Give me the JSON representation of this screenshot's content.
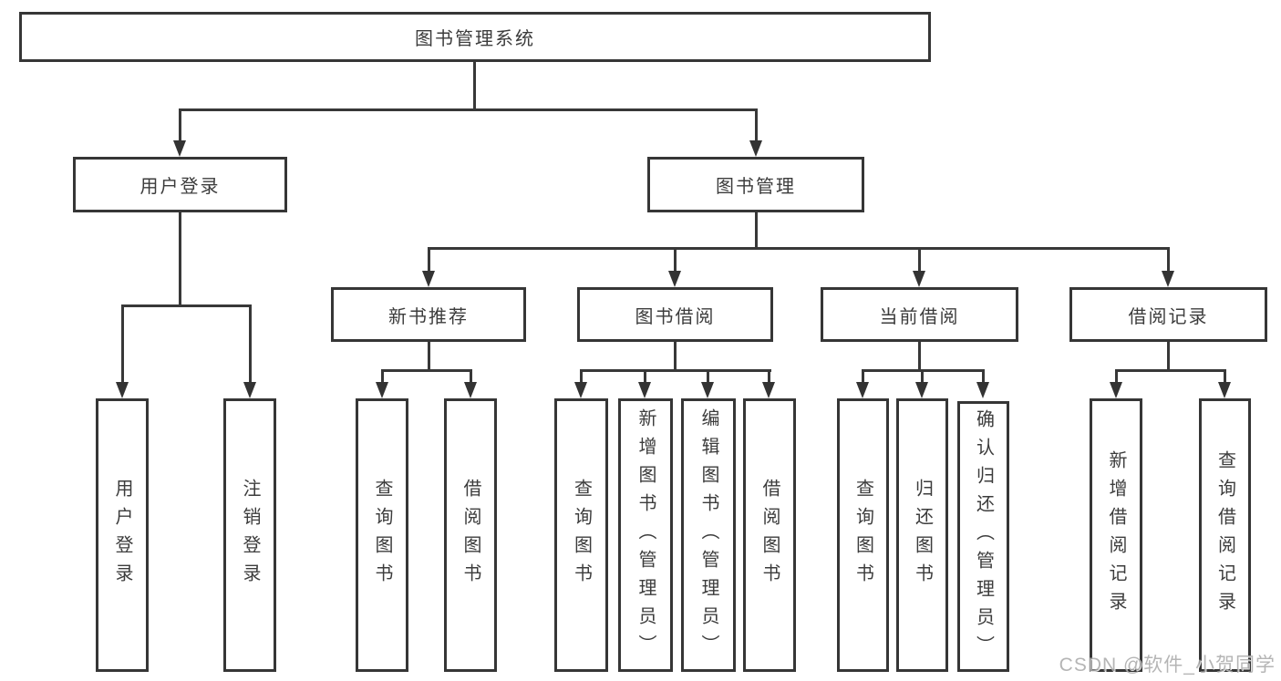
{
  "nodes": {
    "root": "图书管理系统",
    "user_login": "用户登录",
    "book_mgmt": "图书管理",
    "new_books": "新书推荐",
    "book_borrow": "图书借阅",
    "current_borrow": "当前借阅",
    "borrow_records": "借阅记录",
    "leaf_user_login": "用户登录",
    "leaf_logout": "注销登录",
    "leaf_nb_query": "查询图书",
    "leaf_nb_borrow": "借阅图书",
    "leaf_bb_query": "查询图书",
    "leaf_bb_add": "新增图书（管理员）",
    "leaf_bb_edit": "编辑图书（管理员）",
    "leaf_bb_borrow": "借阅图书",
    "leaf_cb_query": "查询图书",
    "leaf_cb_return": "归还图书",
    "leaf_cb_confirm": "确认归还（管理员）",
    "leaf_br_add": "新增借阅记录",
    "leaf_br_query": "查询借阅记录"
  },
  "colors": {
    "line": "#383838",
    "border": "#363636",
    "text": "#3c3c3c",
    "watermark": "#a9a9a9"
  },
  "watermark": "CSDN @软件_小贺同学"
}
